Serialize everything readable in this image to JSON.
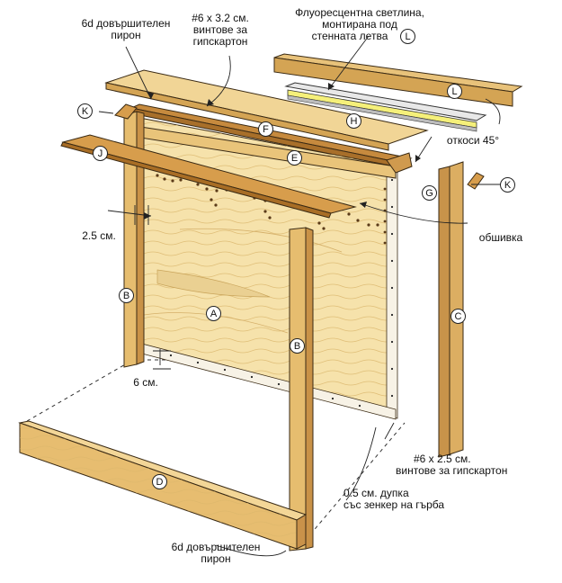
{
  "annotations": {
    "finish_nail_top": [
      "6d довършителен",
      "пирон"
    ],
    "screws_top": [
      "#6 x 3.2 см.",
      "винтове за",
      "гипскартон"
    ],
    "light": [
      "Флуоресцентна светлина,",
      "монтирана под",
      "стенната летва"
    ],
    "miter": "откоси 45°",
    "molding": "обшивка",
    "dim_left": "2.5 см.",
    "dim_bottom": "6 см.",
    "screws_bottom": [
      "#6 x 2.5 см.",
      "винтове за гипскартон"
    ],
    "hole": [
      "0.5 см. дупка",
      "със зенкер на гърба"
    ],
    "finish_nail_bottom": [
      "6d довършителен",
      "пирон"
    ]
  },
  "parts": {
    "A": "A",
    "B": "B",
    "C": "C",
    "D": "D",
    "E": "E",
    "F": "F",
    "G": "G",
    "H": "H",
    "J": "J",
    "K": "K",
    "L": "L"
  },
  "colors": {
    "wood_light": "#f3dca0",
    "wood_mid": "#e2bb6e",
    "wood_dark": "#c48a3c",
    "panel": "#f6e2ab",
    "frame": "#d9ad5d",
    "line": "#3a2a14"
  }
}
